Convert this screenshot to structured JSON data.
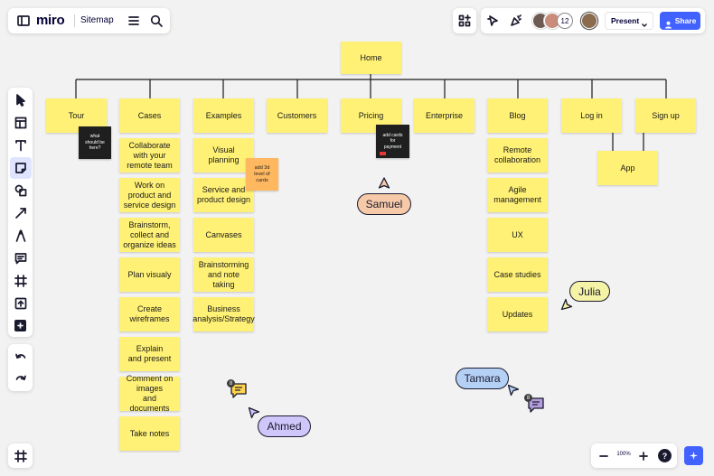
{
  "app": {
    "logo": "miro",
    "board_title": "Sitemap",
    "present_label": "Present",
    "share_label": "Share",
    "collaborator_count": "12",
    "zoom_label": "100%",
    "help_label": "?"
  },
  "colors": {
    "accent": "#4262ff",
    "sticky_yellow": "#fff176",
    "samuel": "#f6c9a8",
    "julia": "#f5f3a5",
    "tamara": "#b4d0f5",
    "ahmed": "#cfc6fa"
  },
  "board": {
    "root": "Home",
    "level1": [
      "Tour",
      "Cases",
      "Examples",
      "Customers",
      "Pricing",
      "Enterprise",
      "Blog",
      "Log in",
      "Sign up"
    ],
    "cases": [
      "Collaborate\nwith your\nremote team",
      "Work on\nproduct and\nservice design",
      "Brainstorm,\ncollect and\norganize ideas",
      "Plan visualy",
      "Create\nwireframes",
      "Explain\nand present",
      "Comment on\nimages\nand documents",
      "Take notes"
    ],
    "examples": [
      "Visual\nplanning",
      "Service and\nproduct design",
      "Canvases",
      "Brainstorming\nand note taking",
      "Business\nanalysis/Strategy"
    ],
    "blog": [
      "Remote\ncollaboration",
      "Agile\nmanagement",
      "UX",
      "Case studies",
      "Updates"
    ],
    "app_card": "App",
    "notes": {
      "tour_note": "what\nshould be\nhere?",
      "pricing_note": "add cards\nfor\npayment",
      "examples_note": "add 3d\nlevel of\ncards"
    },
    "cursors": {
      "samuel": "Samuel",
      "julia": "Julia",
      "tamara": "Tamara",
      "ahmed": "Ahmed"
    },
    "comment_badges": [
      "8",
      "8"
    ]
  }
}
